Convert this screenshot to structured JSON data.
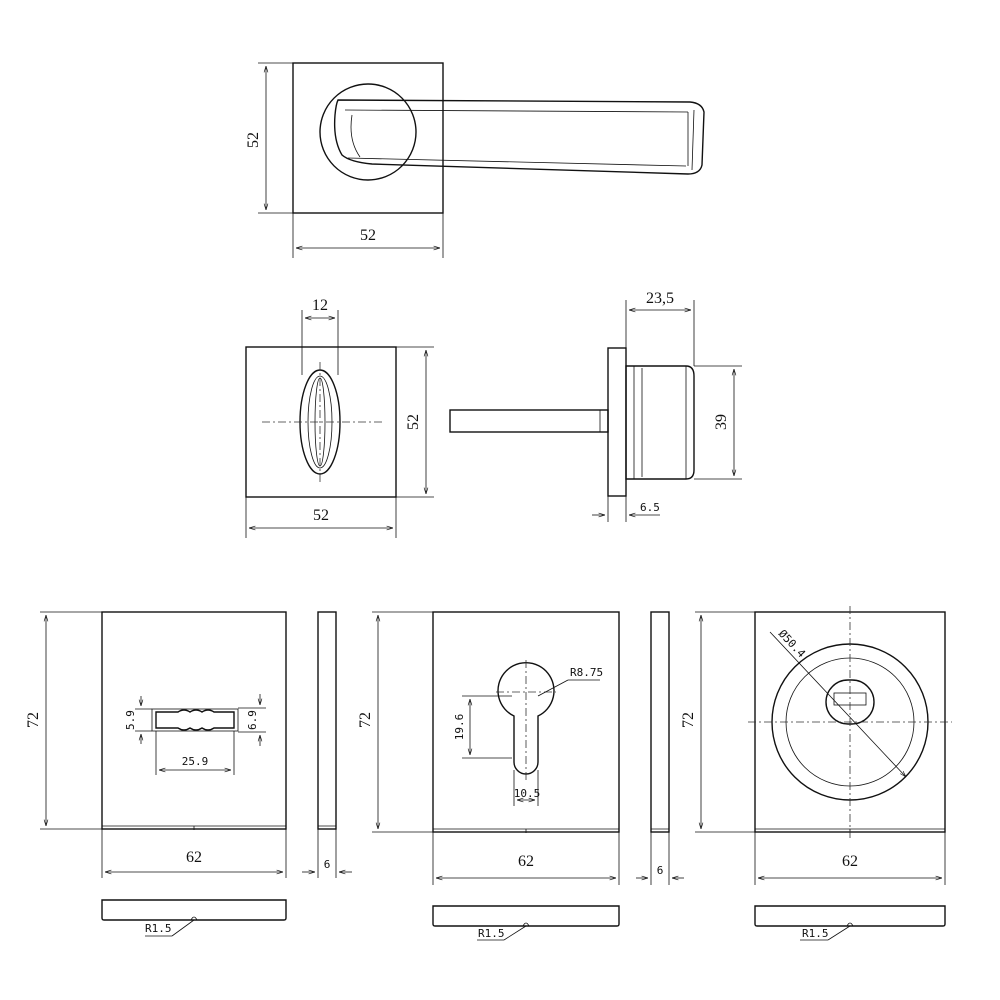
{
  "handle_view": {
    "height_label": "52",
    "width_label": "52"
  },
  "turn_view": {
    "slot_width_label": "12",
    "height_label": "52",
    "width_label": "52"
  },
  "side_view": {
    "depth_label": "23,5",
    "height_label": "39",
    "plate_label": "6.5"
  },
  "key_plate": {
    "height_label": "72",
    "width_label": "62",
    "thickness_label": "6",
    "slot_height_left": "5.9",
    "slot_height_right": "6.9",
    "slot_width": "25.9",
    "radius_label": "R1.5"
  },
  "cylinder_plate": {
    "height_label": "72",
    "width_label": "62",
    "thickness_label": "6",
    "radius_top": "R8.75",
    "hole_height": "19.6",
    "hole_width": "10.5",
    "radius_label": "R1.5"
  },
  "round_plate": {
    "height_label": "72",
    "width_label": "62",
    "diameter_label": "Ø50.4",
    "radius_label": "R1.5"
  }
}
